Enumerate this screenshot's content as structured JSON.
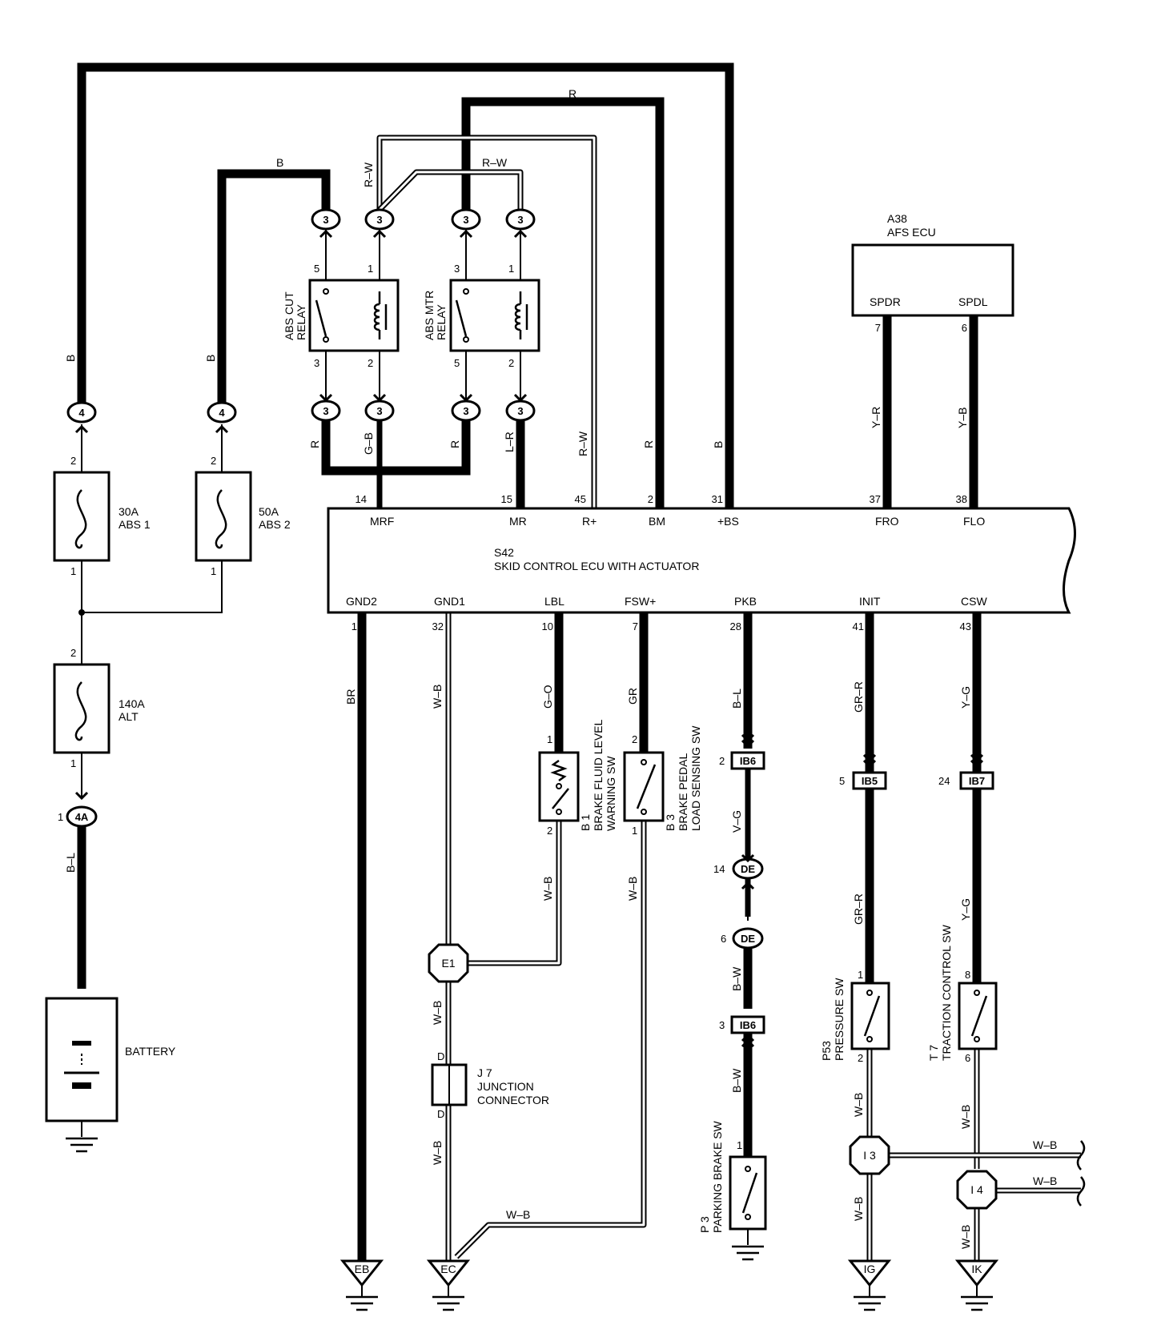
{
  "wires": {
    "b": "B",
    "r": "R",
    "rw": "R–W",
    "gb": "G–B",
    "lr": "L–R",
    "yr": "Y–R",
    "yb": "Y–B",
    "br": "BR",
    "wb": "W–B",
    "go": "G–O",
    "gr": "GR",
    "bl": "B–L",
    "vg": "V–G",
    "bw": "B–W",
    "grr": "GR–R",
    "yg": "Y–G"
  },
  "connectors": {
    "c3": "3",
    "c4": "4",
    "c4a": "4A",
    "ib6": "IB6",
    "ib5": "IB5",
    "ib7": "IB7",
    "de": "DE"
  },
  "grounds": {
    "e1": "E1",
    "eb": "EB",
    "ec": "EC",
    "i3": "I 3",
    "i4": "I 4",
    "ig": "IG",
    "ik": "IK"
  },
  "components": {
    "abs_cut_relay": [
      "ABS CUT",
      "RELAY"
    ],
    "abs_mtr_relay": [
      "ABS MTR",
      "RELAY"
    ],
    "fuse_abs1": [
      "30A",
      "ABS 1"
    ],
    "fuse_abs2": [
      "50A",
      "ABS 2"
    ],
    "fuse_alt": [
      "140A",
      "ALT"
    ],
    "battery": "BATTERY",
    "afs_ecu": [
      "A38",
      "AFS ECU"
    ],
    "skid_ecu": [
      "S42",
      "SKID CONTROL ECU WITH ACTUATOR"
    ],
    "junction": [
      "J 7",
      "JUNCTION",
      "CONNECTOR"
    ],
    "brake_fluid": [
      "B 1",
      "BRAKE FLUID LEVEL",
      "WARNING SW"
    ],
    "brake_pedal": [
      "B 3",
      "BRAKE PEDAL",
      "LOAD SENSING SW"
    ],
    "parking": [
      "P 3",
      "PARKING BRAKE SW"
    ],
    "pressure": [
      "P53",
      "PRESSURE SW"
    ],
    "traction": [
      "T 7",
      "TRACTION CONTROL SW"
    ]
  },
  "ecu_pins_top": [
    {
      "num": "14",
      "name": "MRF"
    },
    {
      "num": "15",
      "name": "MR"
    },
    {
      "num": "45",
      "name": "R+"
    },
    {
      "num": "2",
      "name": "BM"
    },
    {
      "num": "31",
      "name": "+BS"
    },
    {
      "num": "37",
      "name": "FRO"
    },
    {
      "num": "38",
      "name": "FLO"
    }
  ],
  "ecu_pins_bottom": [
    {
      "num": "1",
      "name": "GND2"
    },
    {
      "num": "32",
      "name": "GND1"
    },
    {
      "num": "10",
      "name": "LBL"
    },
    {
      "num": "7",
      "name": "FSW+"
    },
    {
      "num": "28",
      "name": "PKB"
    },
    {
      "num": "41",
      "name": "INIT"
    },
    {
      "num": "43",
      "name": "CSW"
    }
  ],
  "afs_pins": [
    {
      "num": "7",
      "name": "SPDR"
    },
    {
      "num": "6",
      "name": "SPDL"
    }
  ],
  "pins": {
    "p1": "1",
    "p2": "2",
    "p3": "3",
    "p5": "5",
    "p6": "6",
    "p8": "8",
    "p14": "14",
    "p24": "24",
    "d": "D"
  }
}
